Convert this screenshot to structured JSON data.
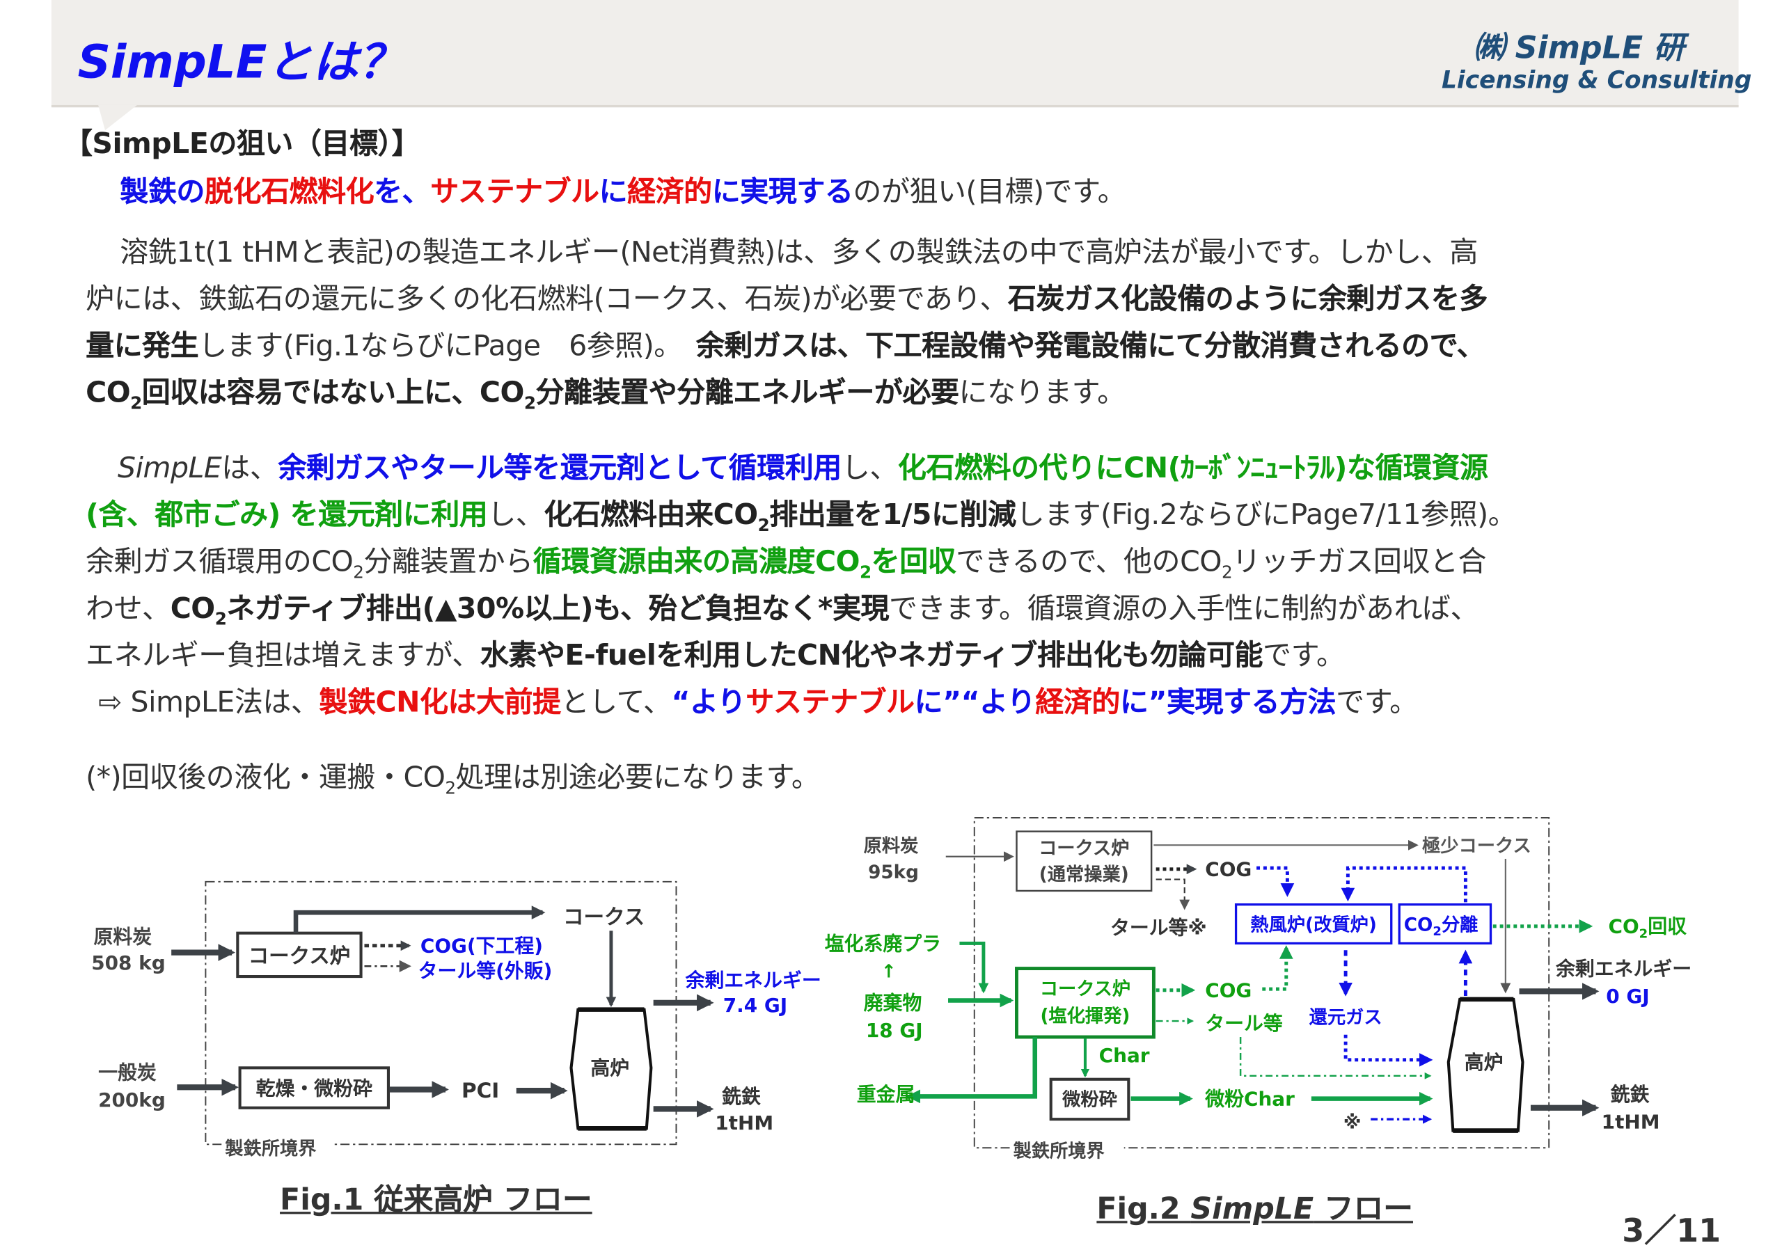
{
  "header": {
    "title": "SimpLEとは？",
    "logo_line1": "㈱ SimpLE 研",
    "logo_line2": "Licensing & Consulting"
  },
  "section_heading": "【SimpLEの狙い（目標）】",
  "lines": [
    [
      {
        "t": "製鉄の",
        "s": "b"
      },
      {
        "t": "脱化石燃料化",
        "s": "r"
      },
      {
        "t": "を、",
        "s": "b"
      },
      {
        "t": "サステナブル",
        "s": "r"
      },
      {
        "t": "に",
        "s": "b"
      },
      {
        "t": "経済的",
        "s": "r"
      },
      {
        "t": "に実現する",
        "s": "b"
      },
      {
        "t": "のが狙い(目標)です。",
        "s": "n"
      }
    ],
    [
      {
        "t": "溶銑1t(1 tHMと表記)の製造エネルギー(Net消費熱)は、多くの製鉄法の中で高炉法が最小です。しかし、高",
        "s": "n"
      }
    ],
    [
      {
        "t": "炉には、鉄鉱石の還元に多くの化石燃料(コークス、石炭)が必要であり、",
        "s": "n"
      },
      {
        "t": "石炭ガス化設備のように余剰ガスを多",
        "s": "k"
      }
    ],
    [
      {
        "t": "量に発生",
        "s": "k"
      },
      {
        "t": "します(Fig.1ならびにPage　6参照)。　",
        "s": "n"
      },
      {
        "t": "余剰ガスは、下工程設備や発電設備にて分散消費されるので、",
        "s": "k"
      }
    ],
    [
      {
        "t": "CO",
        "s": "k"
      },
      {
        "t": "2",
        "s": "k",
        "sub": true
      },
      {
        "t": "回収は容易ではない上に、CO",
        "s": "k"
      },
      {
        "t": "2",
        "s": "k",
        "sub": true
      },
      {
        "t": "分離装置や分離エネルギーが必要",
        "s": "k"
      },
      {
        "t": "になります。",
        "s": "n"
      }
    ],
    [
      {
        "t": "SimpLE",
        "s": "i"
      },
      {
        "t": "は、",
        "s": "n"
      },
      {
        "t": "余剰ガスやタール等を還元剤として循環利用",
        "s": "b"
      },
      {
        "t": "し、",
        "s": "n"
      },
      {
        "t": "化石燃料の代りにCN(ｶｰﾎﾞﾝﾆｭｰﾄﾗﾙ)な循環資源",
        "s": "g"
      }
    ],
    [
      {
        "t": "(含、都市ごみ) を還元剤に利用",
        "s": "g"
      },
      {
        "t": "し、",
        "s": "n"
      },
      {
        "t": "化石燃料由来CO",
        "s": "k"
      },
      {
        "t": "2",
        "s": "k",
        "sub": true
      },
      {
        "t": "排出量を1/5に削減",
        "s": "k"
      },
      {
        "t": "します(Fig.2ならびにPage7/11参照)。",
        "s": "n"
      }
    ],
    [
      {
        "t": "余剰ガス循環用のCO",
        "s": "n"
      },
      {
        "t": "2",
        "s": "n",
        "sub": true
      },
      {
        "t": "分離装置から",
        "s": "n"
      },
      {
        "t": "循環資源由来の高濃度CO",
        "s": "g"
      },
      {
        "t": "2",
        "s": "g",
        "sub": true
      },
      {
        "t": "を回収",
        "s": "g"
      },
      {
        "t": "できるので、他のCO",
        "s": "n"
      },
      {
        "t": "2",
        "s": "n",
        "sub": true
      },
      {
        "t": "リッチガス回収と合",
        "s": "n"
      }
    ],
    [
      {
        "t": "わせ、",
        "s": "n"
      },
      {
        "t": "CO",
        "s": "k"
      },
      {
        "t": "2",
        "s": "k",
        "sub": true
      },
      {
        "t": "ネガティブ排出(▲30%以上)も、殆ど負担なく*実現",
        "s": "k"
      },
      {
        "t": "できます。循環資源の入手性に制約があれば、",
        "s": "n"
      }
    ],
    [
      {
        "t": "エネルギー負担は増えますが、",
        "s": "n"
      },
      {
        "t": "水素やE-fuelを利用したCN化やネガティブ排出化も勿論可能",
        "s": "k"
      },
      {
        "t": "です。",
        "s": "n"
      }
    ],
    [
      {
        "t": "⇨ SimpLE法は、",
        "s": "n"
      },
      {
        "t": "製鉄CN化は大前提",
        "s": "r"
      },
      {
        "t": "として、",
        "s": "n"
      },
      {
        "t": "“より",
        "s": "b"
      },
      {
        "t": "サステナブル",
        "s": "r"
      },
      {
        "t": "に”“より",
        "s": "b"
      },
      {
        "t": "経済的",
        "s": "r"
      },
      {
        "t": "に”実現する方法",
        "s": "b"
      },
      {
        "t": "です。",
        "s": "n"
      }
    ],
    [
      {
        "t": "(*)回収後の液化・運搬・CO",
        "s": "n"
      },
      {
        "t": "2",
        "s": "n",
        "sub": true
      },
      {
        "t": "処理は別途必要になります。",
        "s": "n"
      }
    ]
  ],
  "fig1": {
    "caption": "Fig.1 従来高炉 フロー",
    "coking_coal": "原料炭",
    "coking_coal_amount": "508 kg",
    "coke_oven": "コークス炉",
    "coke": "コークス",
    "cog": "COG(下工程)",
    "tar": "タール等(外販)",
    "general_coal": "一般炭",
    "general_coal_amount": "200kg",
    "dry_grind": "乾燥・微粉砕",
    "pci": "PCI",
    "blast_furnace": "高炉",
    "surplus_energy": "余剰エネルギー",
    "surplus_value": "7.4 GJ",
    "pig_iron": "銑鉄",
    "pig_iron_amount": "1tHM",
    "boundary": "製鉄所境界"
  },
  "fig2": {
    "caption_prefix": "Fig.2 ",
    "caption_italic": "SimpLE",
    "caption_suffix": " フロー",
    "coking_coal": "原料炭",
    "coking_coal_amount": "95kg",
    "coke_oven_1": "コークス炉",
    "coke_oven_1_sub": "(通常操業)",
    "minimal_coke": "極少コークス",
    "cog_1": "COG",
    "tar_1": "タール等※",
    "hot_stove": "熱風炉(改質炉)",
    "co2_sep_prefix": "CO",
    "co2_sep_sub": "2",
    "co2_sep_suffix": "分離",
    "co2_recovery_prefix": "CO",
    "co2_recovery_sub": "2",
    "co2_recovery_suffix": "回収",
    "pvc_plastic": "塩化系廃プラ",
    "up_arrow": "↑",
    "waste": "廃棄物",
    "waste_amount": "18 GJ",
    "coke_oven_2": "コークス炉",
    "coke_oven_2_sub": "(塩化揮発)",
    "cog_2": "COG",
    "tar_2": "タール等",
    "reducing_gas": "還元ガス",
    "char": "Char",
    "grinder": "微粉砕",
    "fine_char": "微粉Char",
    "heavy_metal": "重金属",
    "note_mark": "※",
    "blast_furnace": "高炉",
    "surplus_energy": "余剰エネルギー",
    "surplus_value": "0 GJ",
    "pig_iron": "銑鉄",
    "pig_iron_amount": "1tHM",
    "boundary": "製鉄所境界"
  },
  "page_number": "3／11",
  "colors": {
    "blue": "#1010e8",
    "red": "#e81010",
    "green": "#10a010",
    "diagram_green": "#12a24a",
    "header_bg": "#f0eeeb",
    "logo": "#1f4e79"
  }
}
